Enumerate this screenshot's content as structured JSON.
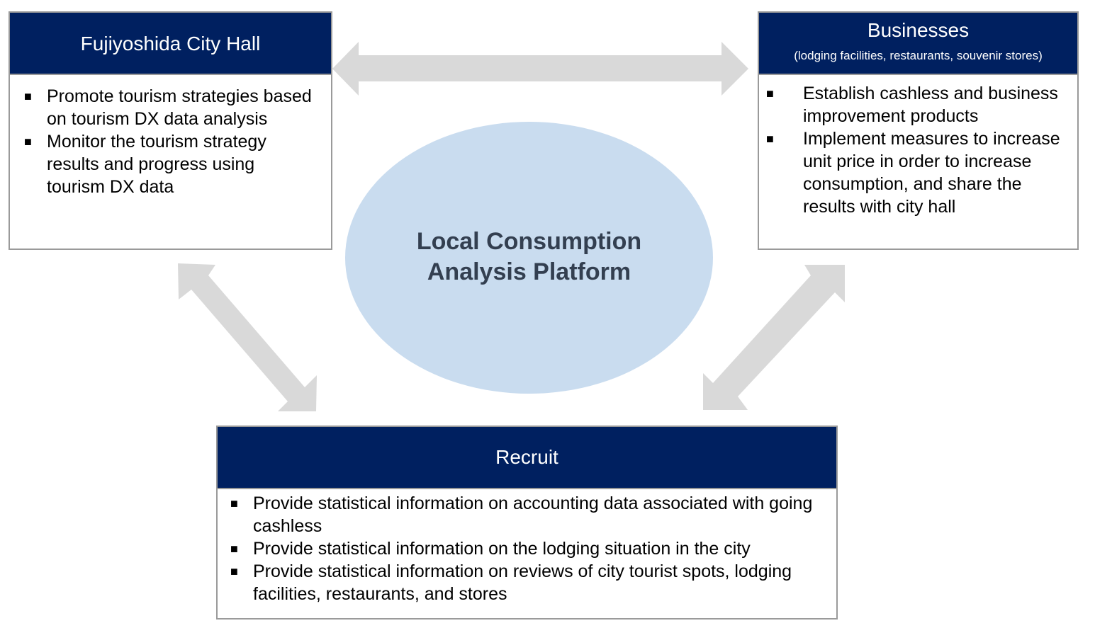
{
  "colors": {
    "header_bg": "#002060",
    "header_text": "#ffffff",
    "platform_fill": "#c9dcef",
    "platform_text": "#333f50",
    "arrow_fill": "#d9d9d9",
    "box_border": "#9a9a9a"
  },
  "center": {
    "line1": "Local Consumption",
    "line2": "Analysis Platform"
  },
  "city_hall": {
    "title": "Fujiyoshida City Hall",
    "bullet_icon": "■",
    "items": [
      "Promote tourism strategies based on tourism DX data analysis",
      "Monitor the tourism strategy results and progress using tourism DX data"
    ]
  },
  "businesses": {
    "title": "Businesses",
    "subtitle": "(lodging facilities, restaurants, souvenir stores)",
    "bullet_icon": "■",
    "items": [
      "Establish cashless and business improvement products",
      "Implement measures to increase unit price in order to increase consumption, and share the results with city hall"
    ]
  },
  "recruit": {
    "title": "Recruit",
    "bullet_icon": "■",
    "items": [
      "Provide statistical information on accounting data associated with going cashless",
      "Provide statistical information on the lodging situation in the city",
      "Provide statistical information on reviews of city tourist spots, lodging facilities, restaurants, and stores"
    ]
  },
  "connections": [
    {
      "from": "Fujiyoshida City Hall",
      "to": "Businesses",
      "type": "bidirectional"
    },
    {
      "from": "Fujiyoshida City Hall",
      "to": "Recruit",
      "type": "bidirectional"
    },
    {
      "from": "Businesses",
      "to": "Recruit",
      "type": "bidirectional"
    }
  ]
}
